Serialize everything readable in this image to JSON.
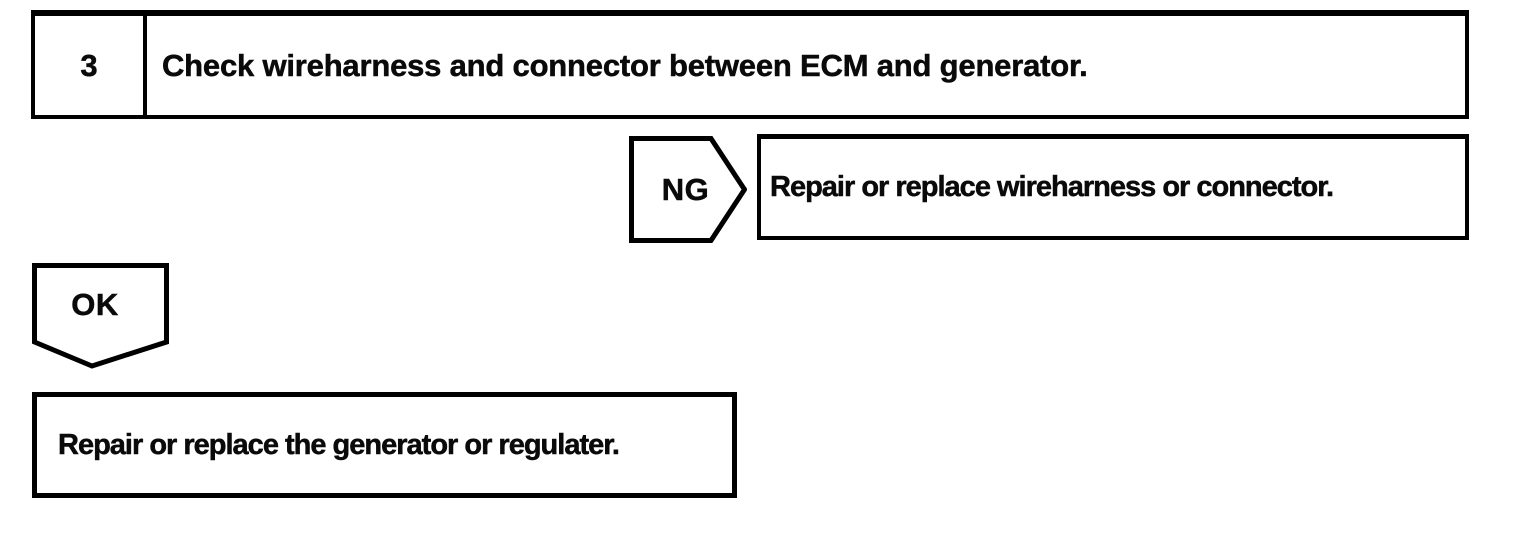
{
  "flowchart": {
    "step": {
      "number": "3",
      "instruction": "Check wireharness and connector between ECM and generator."
    },
    "ng_branch": {
      "label": "NG",
      "action": "Repair or replace wireharness or connector."
    },
    "ok_branch": {
      "label": "OK",
      "action": "Repair or replace the generator or regulater."
    },
    "colors": {
      "line": "#000000",
      "background": "#ffffff"
    }
  }
}
